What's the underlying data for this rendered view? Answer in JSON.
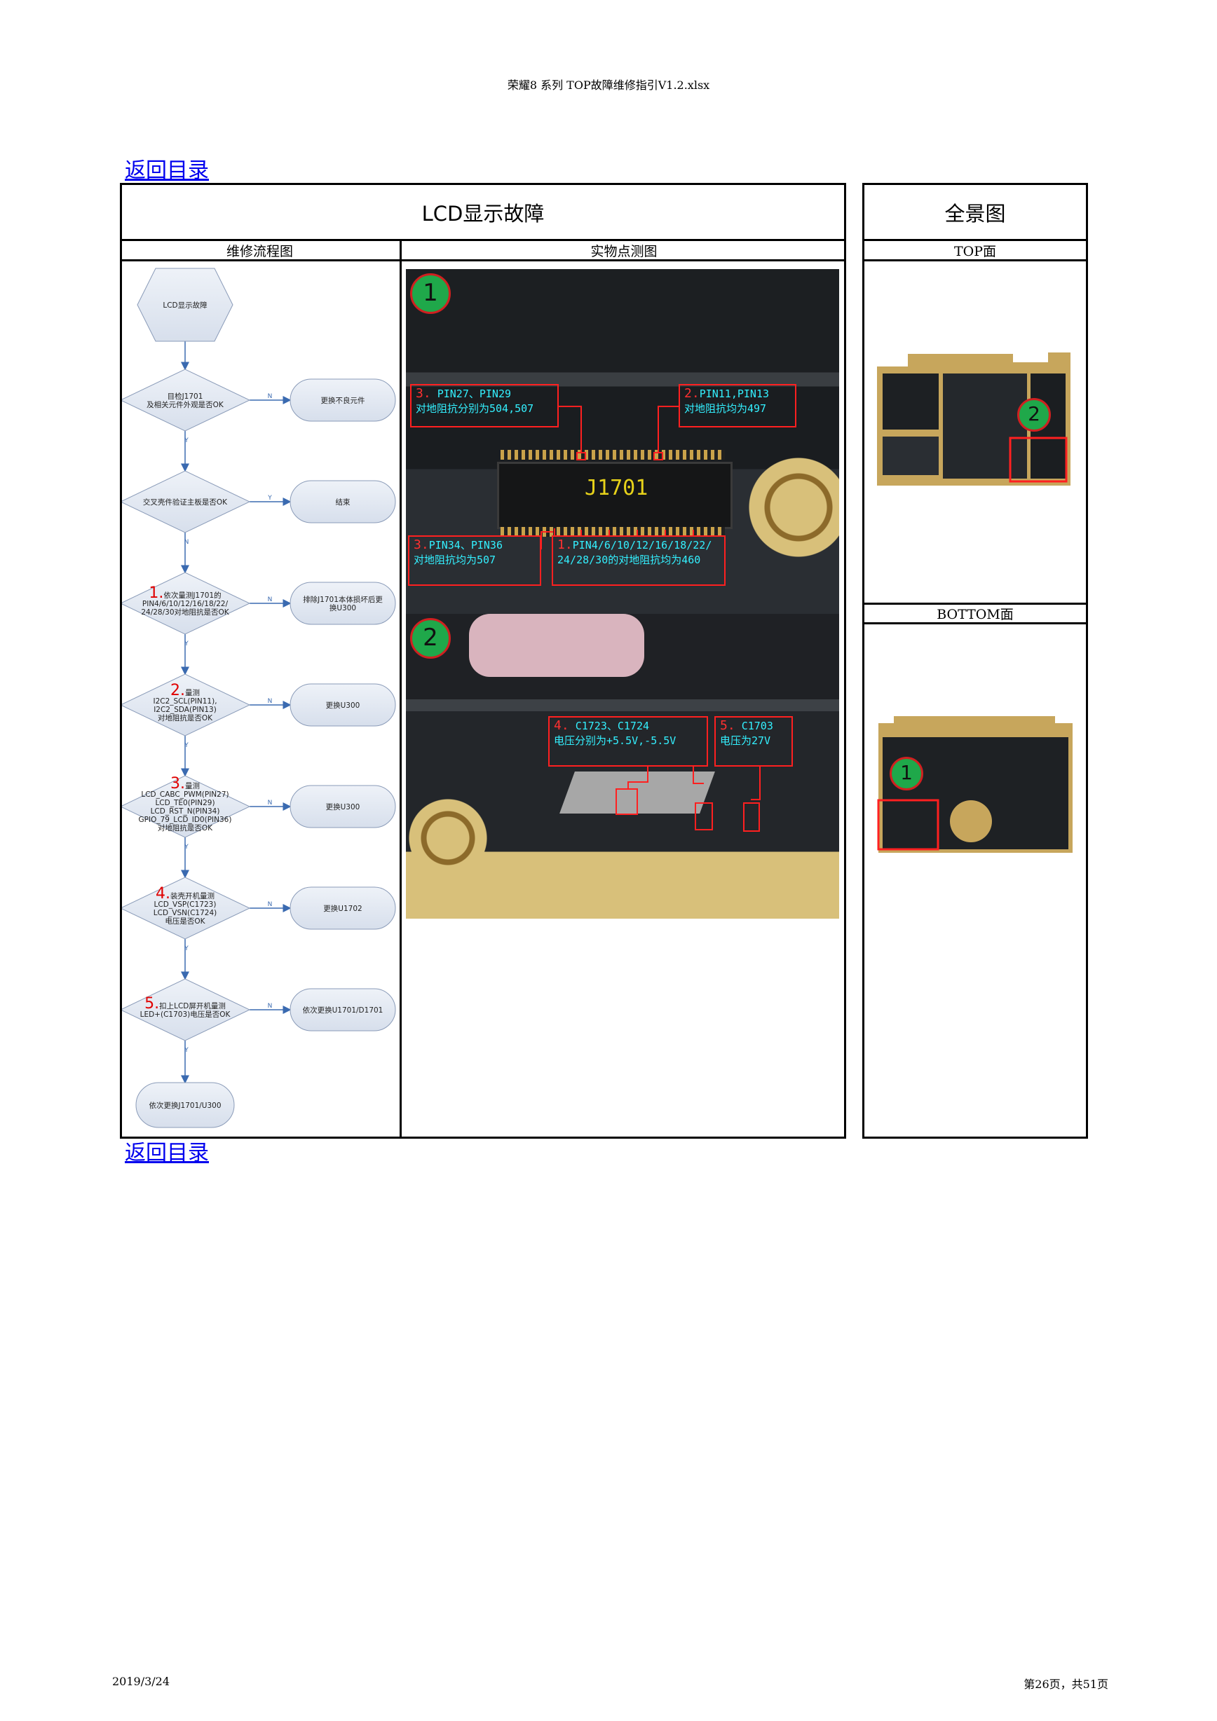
{
  "header": {
    "title": "荣耀8 系列 TOP故障维修指引V1.2.xlsx"
  },
  "links": {
    "back_top": "返回目录",
    "back_bottom": "返回目录"
  },
  "table": {
    "main_title": "LCD显示故障",
    "overview_title": "全景图",
    "col_flow": "维修流程图",
    "col_photo": "实物点测图",
    "top_label": "TOP面",
    "bottom_label": "BOTTOM面"
  },
  "flowchart": {
    "start": "LCD显示故障",
    "yes": "Y",
    "no": "N",
    "steps": [
      {
        "num": "",
        "lines": [
          "目检J1701",
          "及相关元件外观是否OK"
        ],
        "action": [
          "更换不良元件"
        ]
      },
      {
        "num": "",
        "lines": [
          "交叉壳件验证主板是否OK"
        ],
        "action": [
          "结束"
        ]
      },
      {
        "num": "1.",
        "lines": [
          "依次量测J1701的",
          "PIN4/6/10/12/16/18/22/",
          "24/28/30对地阻抗是否OK"
        ],
        "action": [
          "排除J1701本体损坏后更",
          "换U300"
        ]
      },
      {
        "num": "2.",
        "lines": [
          "量测",
          "I2C2_SCL(PIN11),",
          "I2C2_SDA(PIN13)",
          "对地阻抗是否OK"
        ],
        "action": [
          "更换U300"
        ]
      },
      {
        "num": "3.",
        "lines": [
          "量测",
          "LCD_CABC_PWM(PIN27)",
          "LCD_TE0(PIN29)",
          "LCD_RST_N(PIN34)",
          "GPIO_79_LCD_ID0(PIN36)",
          "对地阻抗是否OK"
        ],
        "action": [
          "更换U300"
        ]
      },
      {
        "num": "4.",
        "lines": [
          "装壳开机量测",
          "LCD_VSP(C1723)",
          "LCD_VSN(C1724)",
          "电压是否OK"
        ],
        "action": [
          "更换U1702"
        ]
      },
      {
        "num": "5.",
        "lines": [
          "扣上LCD屏开机量测",
          "LED+(C1703)电压是否OK"
        ],
        "action": [
          "依次更换U1701/D1701"
        ]
      }
    ],
    "end": "依次更换J1701/U300"
  },
  "photo1": {
    "badge": "1",
    "connector": "J1701",
    "ann_a": {
      "num": "3.",
      "text1": "PIN27、PIN29",
      "text2": "对地阻抗分别为504,507"
    },
    "ann_b": {
      "num": "2.",
      "text1": "PIN11,PIN13",
      "text2": "对地阻抗均为497"
    },
    "ann_c": {
      "num": "3.",
      "text1": "PIN34、PIN36",
      "text2": "对地阻抗均为507"
    },
    "ann_d": {
      "num": "1.",
      "text1": "PIN4/6/10/12/16/18/22/",
      "text2": "24/28/30的对地阻抗均为460"
    }
  },
  "photo2": {
    "badge": "2",
    "ann_a": {
      "num": "4.",
      "text1": "C1723、C1724",
      "text2": "电压分别为+5.5V,-5.5V"
    },
    "ann_b": {
      "num": "5.",
      "text1": "C1703",
      "text2": "电压为27V"
    }
  },
  "overview": {
    "top_badge": "2",
    "bottom_badge": "1"
  },
  "footer": {
    "date": "2019/3/24",
    "page": "第26页，共51页"
  },
  "colors": {
    "link": "#0000ee",
    "annotation_border": "#ff2020",
    "annotation_text": "#33f0ff",
    "badge": "#1fa84a"
  }
}
